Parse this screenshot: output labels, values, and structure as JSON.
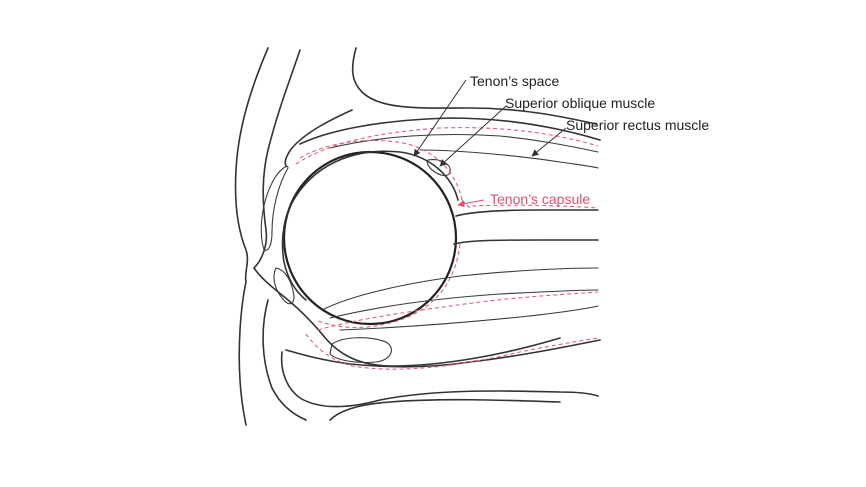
{
  "diagram": {
    "labels": {
      "tenons_space": "Tenon’s space",
      "superior_oblique": "Superior oblique muscle",
      "superior_rectus": "Superior rectus muscle",
      "tenons_capsule": "Tenon’s capsule"
    },
    "colors": {
      "line": "#333333",
      "capsule": "#e0607a",
      "capsule_label": "#e0506e"
    }
  }
}
